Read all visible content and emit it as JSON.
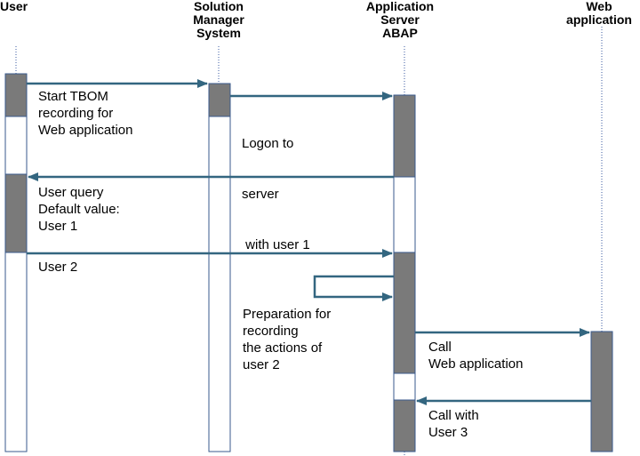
{
  "participants": [
    {
      "id": "user",
      "lines": [
        "User"
      ]
    },
    {
      "id": "solman",
      "lines": [
        "Solution",
        "Manager",
        "System"
      ]
    },
    {
      "id": "appserver",
      "lines": [
        "Application",
        "Server",
        "ABAP"
      ]
    },
    {
      "id": "webapp",
      "lines": [
        "Web",
        "application"
      ]
    }
  ],
  "messages": [
    {
      "id": "start-recording",
      "from": "user",
      "to": "solman",
      "lines": [
        "Start TBOM",
        "recording for",
        "Web application"
      ]
    },
    {
      "id": "logon",
      "from": "solman",
      "to": "appserver",
      "lines": [
        "Logon to",
        "server",
        " with user 1"
      ]
    },
    {
      "id": "user-query",
      "from": "appserver",
      "to": "user",
      "lines": [
        "User query",
        "Default value:",
        "User 1"
      ]
    },
    {
      "id": "user-2",
      "from": "user",
      "to": "appserver",
      "lines": [
        "User 2"
      ]
    },
    {
      "id": "preparation",
      "from": "appserver",
      "to": "appserver",
      "lines": [
        "Preparation for",
        "recording",
        "the actions of",
        "user 2"
      ]
    },
    {
      "id": "call-web-app",
      "from": "appserver",
      "to": "webapp",
      "lines": [
        "Call",
        "Web application"
      ]
    },
    {
      "id": "call-with-user3",
      "from": "webapp",
      "to": "appserver",
      "lines": [
        "Call with",
        "User 3"
      ]
    }
  ],
  "colors": {
    "arrow": "#336680",
    "activation": "#7a7a7a",
    "lifeline_box": "#3a5a8c",
    "lifeline_dots": "#3a5aa0"
  }
}
